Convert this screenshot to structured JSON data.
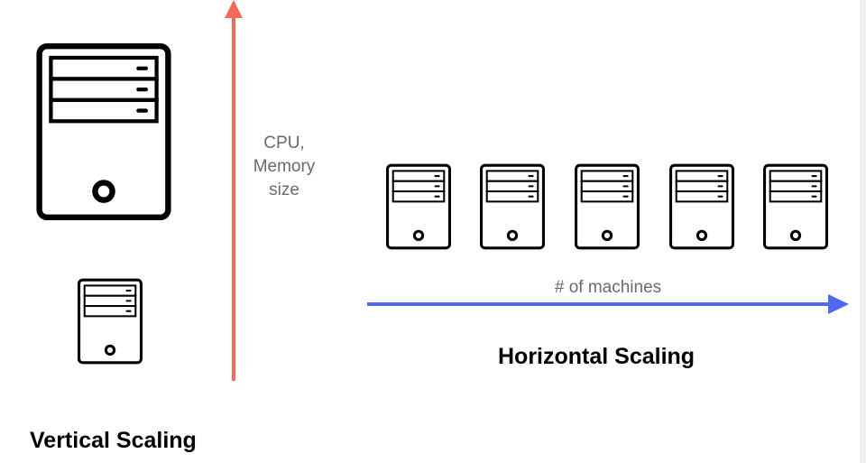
{
  "vertical": {
    "axis_label_lines": [
      "CPU,",
      "Memory",
      "size"
    ],
    "title": "Vertical Scaling",
    "arrow_color": "#f46a5a"
  },
  "horizontal": {
    "axis_label": "# of machines",
    "title": "Horizontal Scaling",
    "arrow_color": "#5168f0",
    "machine_count": 5
  },
  "icons": {
    "server": "server-icon"
  }
}
